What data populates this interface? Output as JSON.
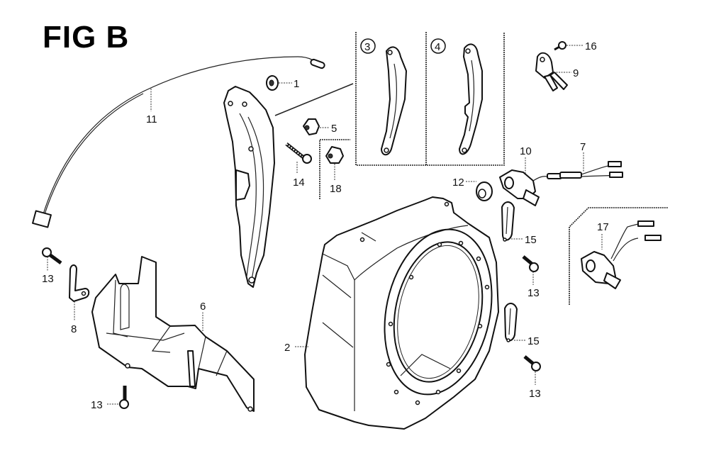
{
  "figure": {
    "title": "FIG B",
    "type": "exploded parts diagram"
  },
  "callouts": [
    {
      "id": "c1",
      "label": "1",
      "part": "collar-nut"
    },
    {
      "id": "c2",
      "label": "2",
      "part": "fan-cover-shroud"
    },
    {
      "id": "c3",
      "label": "3",
      "part": "side-plate-variant-a",
      "circled": true
    },
    {
      "id": "c4",
      "label": "4",
      "part": "side-plate-variant-b",
      "circled": true
    },
    {
      "id": "c5",
      "label": "5",
      "part": "clip-nut"
    },
    {
      "id": "c6",
      "label": "6",
      "part": "lower-cover"
    },
    {
      "id": "c7",
      "label": "7",
      "part": "wire-harness"
    },
    {
      "id": "c8",
      "label": "8",
      "part": "stay-bracket"
    },
    {
      "id": "c9",
      "label": "9",
      "part": "ground-terminal"
    },
    {
      "id": "c10",
      "label": "10",
      "part": "oil-alert-switch"
    },
    {
      "id": "c11",
      "label": "11",
      "part": "control-cable"
    },
    {
      "id": "c12",
      "label": "12",
      "part": "grommet"
    },
    {
      "id": "c13a",
      "label": "13",
      "part": "flange-bolt"
    },
    {
      "id": "c13b",
      "label": "13",
      "part": "flange-bolt"
    },
    {
      "id": "c13c",
      "label": "13",
      "part": "flange-bolt"
    },
    {
      "id": "c13d",
      "label": "13",
      "part": "flange-bolt"
    },
    {
      "id": "c14",
      "label": "14",
      "part": "long-bolt"
    },
    {
      "id": "c15a",
      "label": "15",
      "part": "wire-clamp"
    },
    {
      "id": "c15b",
      "label": "15",
      "part": "wire-clamp"
    },
    {
      "id": "c16",
      "label": "16",
      "part": "screw"
    },
    {
      "id": "c17",
      "label": "17",
      "part": "oil-alert-switch-alt"
    },
    {
      "id": "c18",
      "label": "18",
      "part": "clip-nut-alt"
    }
  ]
}
